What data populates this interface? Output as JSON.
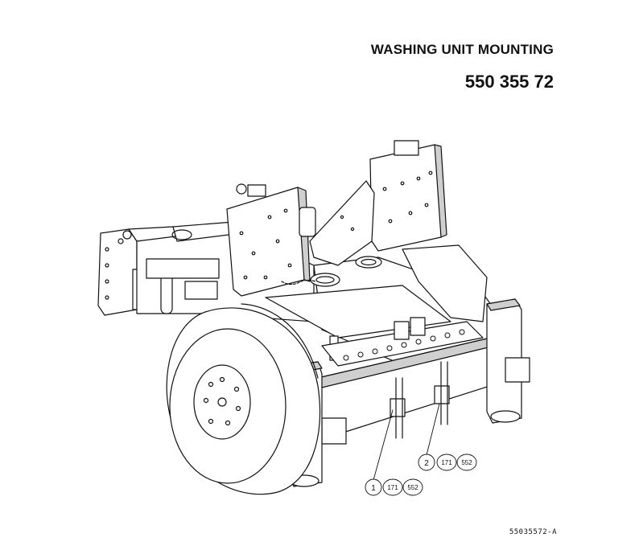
{
  "header": {
    "title": "WASHING UNIT MOUNTING",
    "part_number": "550 355 72"
  },
  "callouts": [
    {
      "item": "1",
      "page": "171",
      "code": "552"
    },
    {
      "item": "2",
      "page": "171",
      "code": "552"
    }
  ],
  "footer": {
    "drawing_ref": "55035572-A"
  },
  "colors": {
    "line": "#111111",
    "fill": "#ffffff",
    "shade": "#cfcfcf"
  }
}
